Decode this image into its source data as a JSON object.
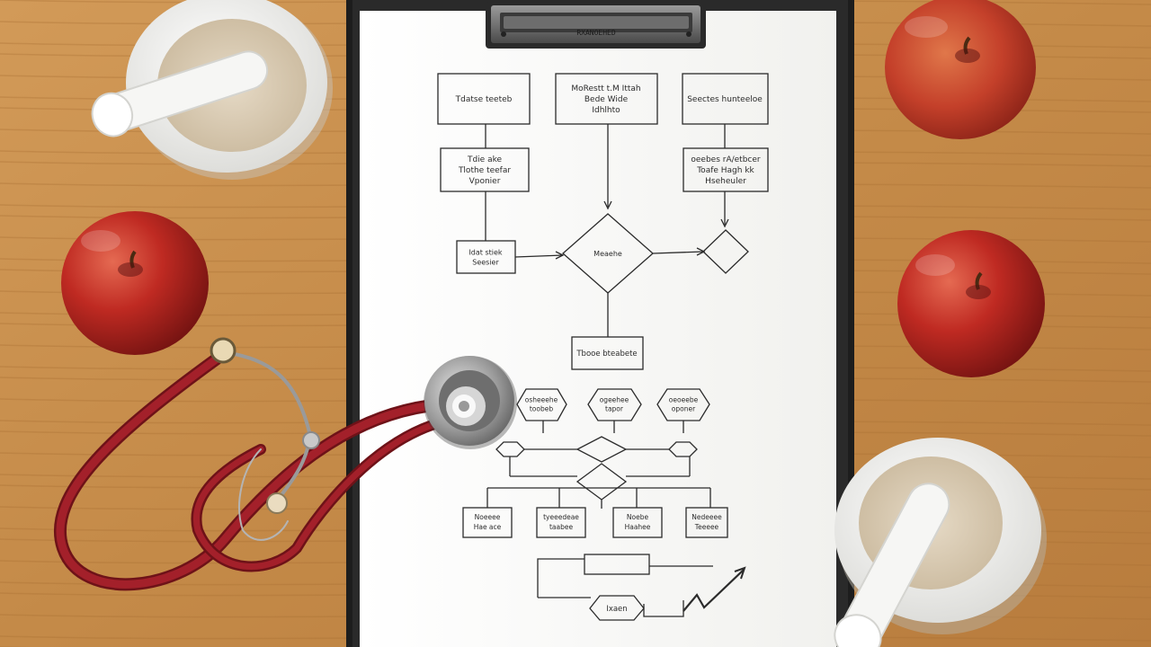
{
  "colors": {
    "table": "#c8914f",
    "table_dark": "#a8743a",
    "paper": "#fbfbf9",
    "clipboard": "#1e1e1e",
    "clip_metal": "#7a7a7a",
    "ink": "#2b2b2b",
    "apple": "#b8231f",
    "apple_highlight": "#e2584a",
    "stethoscope_tube": "#8e1a22",
    "mortar": "#f4f4f2",
    "mortar_powder": "#d9cbb4"
  },
  "clip_label": "RXANOEHED",
  "flowchart": {
    "top_boxes": [
      {
        "lines": [
          "Tdatse teeteb"
        ]
      },
      {
        "lines": [
          "MoRestt t.M Ittah",
          "Bede Wide",
          "Idhlhto"
        ]
      },
      {
        "lines": [
          "Seectes hunteeloe"
        ]
      }
    ],
    "mid_boxes": [
      {
        "lines": [
          "Tdie ake",
          "Tlothe teefar",
          "Vponier"
        ]
      },
      {
        "lines": [
          "oeebes rA/etbcer",
          "Toafe Hagh kk",
          "Hseheuler"
        ]
      }
    ],
    "left_box": {
      "lines": [
        "Idat stiek",
        "Seesier"
      ]
    },
    "center_diamond": "Meaehe",
    "result_box": "Tbooe bteabete",
    "bubbles": [
      {
        "lines": [
          "osheeehe",
          "toobeb"
        ]
      },
      {
        "lines": [
          "ogeehee",
          "tapor"
        ]
      },
      {
        "lines": [
          "oeoeebe",
          "oponer"
        ]
      }
    ],
    "bottom_boxes": [
      {
        "lines": [
          "Noeeee",
          "Hae ace"
        ]
      },
      {
        "lines": [
          "tyeeedeae",
          "taabee"
        ]
      },
      {
        "lines": [
          "Noebe",
          "Haahee"
        ]
      },
      {
        "lines": [
          "Nedeeee",
          "Teeeee"
        ]
      }
    ],
    "footer_label": "Ixaen"
  }
}
